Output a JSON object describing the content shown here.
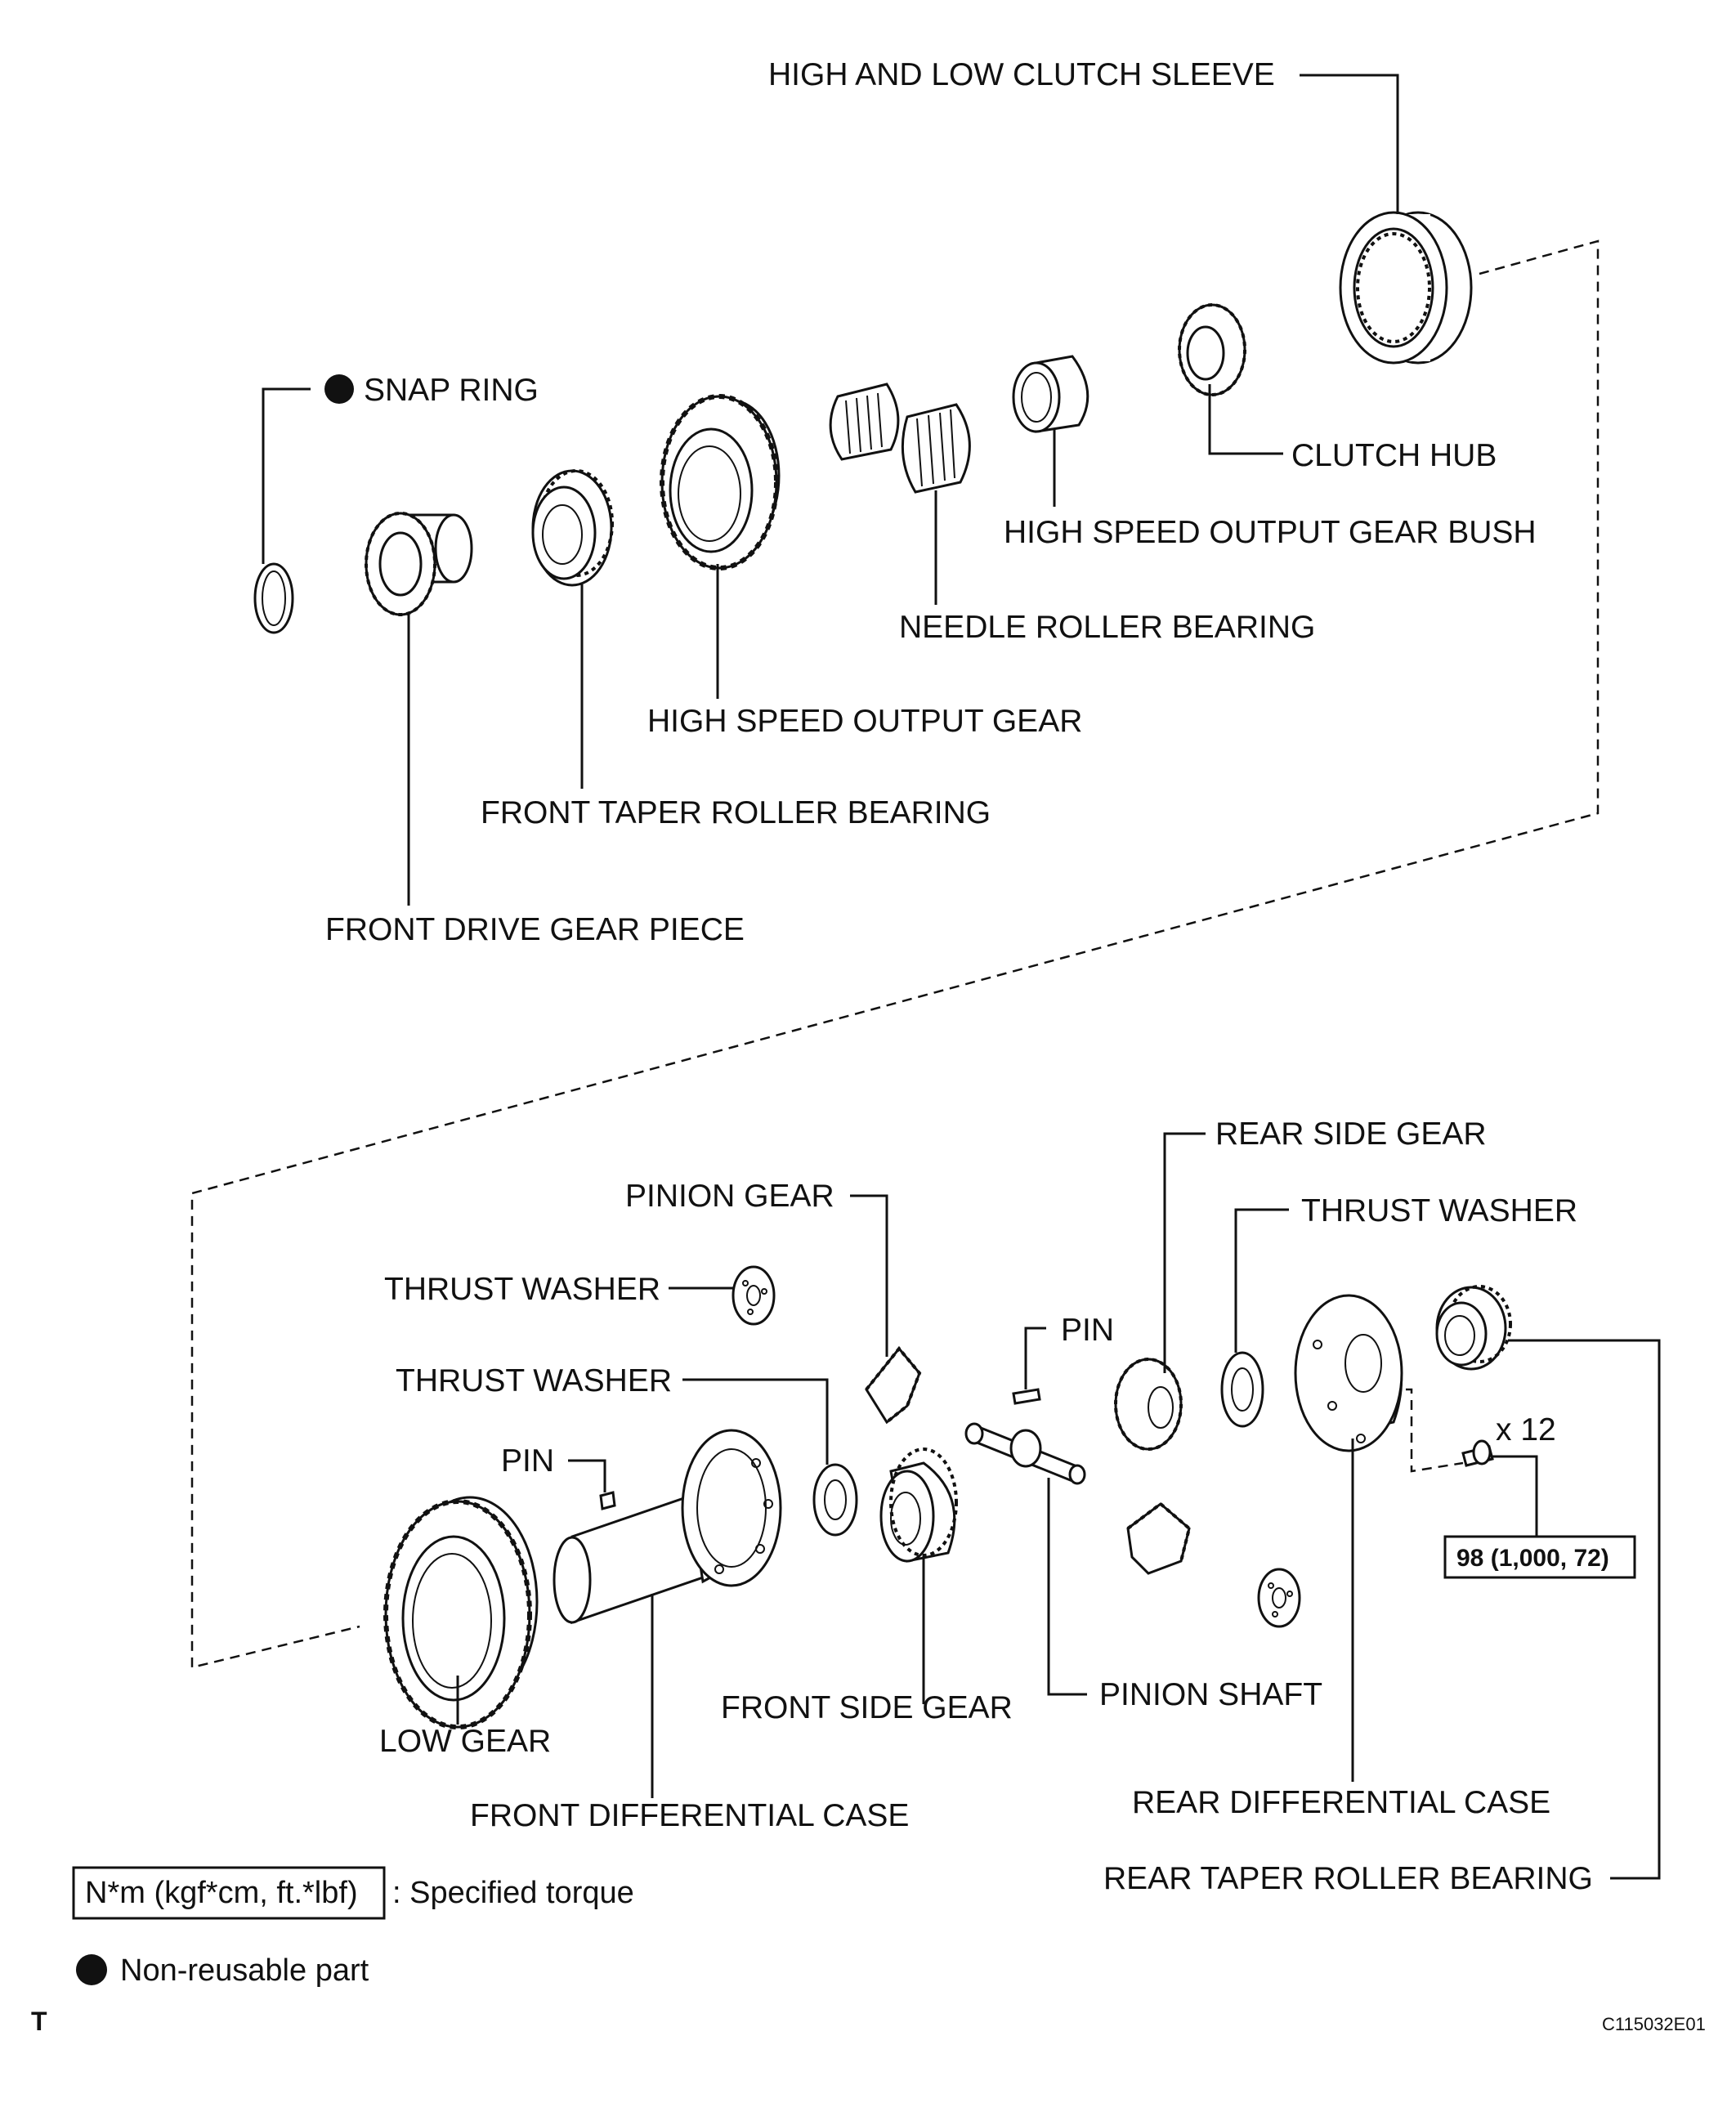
{
  "labels": {
    "high_low_clutch_sleeve": "HIGH AND LOW CLUTCH SLEEVE",
    "snap_ring": "SNAP RING",
    "clutch_hub": "CLUTCH HUB",
    "high_speed_output_gear_bush": "HIGH SPEED OUTPUT GEAR BUSH",
    "needle_roller_bearing": "NEEDLE ROLLER BEARING",
    "high_speed_output_gear": "HIGH SPEED OUTPUT GEAR",
    "front_taper_roller_bearing": "FRONT TAPER ROLLER BEARING",
    "front_drive_gear_piece": "FRONT DRIVE GEAR PIECE",
    "rear_side_gear": "REAR SIDE GEAR",
    "pinion_gear": "PINION GEAR",
    "thrust_washer_right": "THRUST WASHER",
    "thrust_washer_left_top": "THRUST WASHER",
    "pin_upper": "PIN",
    "thrust_washer_left_mid": "THRUST WASHER",
    "pin_lower": "PIN",
    "low_gear": "LOW GEAR",
    "front_differential_case": "FRONT DIFFERENTIAL CASE",
    "front_side_gear": "FRONT SIDE GEAR",
    "pinion_shaft": "PINION SHAFT",
    "rear_differential_case": "REAR DIFFERENTIAL CASE",
    "rear_taper_roller_bearing": "REAR TAPER ROLLER BEARING"
  },
  "bolt_count": "x 12",
  "torque_value": "98 (1,000, 72)",
  "legend": {
    "torque_box": "N*m (kgf*cm, ft.*lbf)",
    "torque_desc": ": Specified torque",
    "non_reusable": "Non-reusable part"
  },
  "footer": {
    "corner_mark": "T",
    "figure_code": "C115032E01"
  }
}
